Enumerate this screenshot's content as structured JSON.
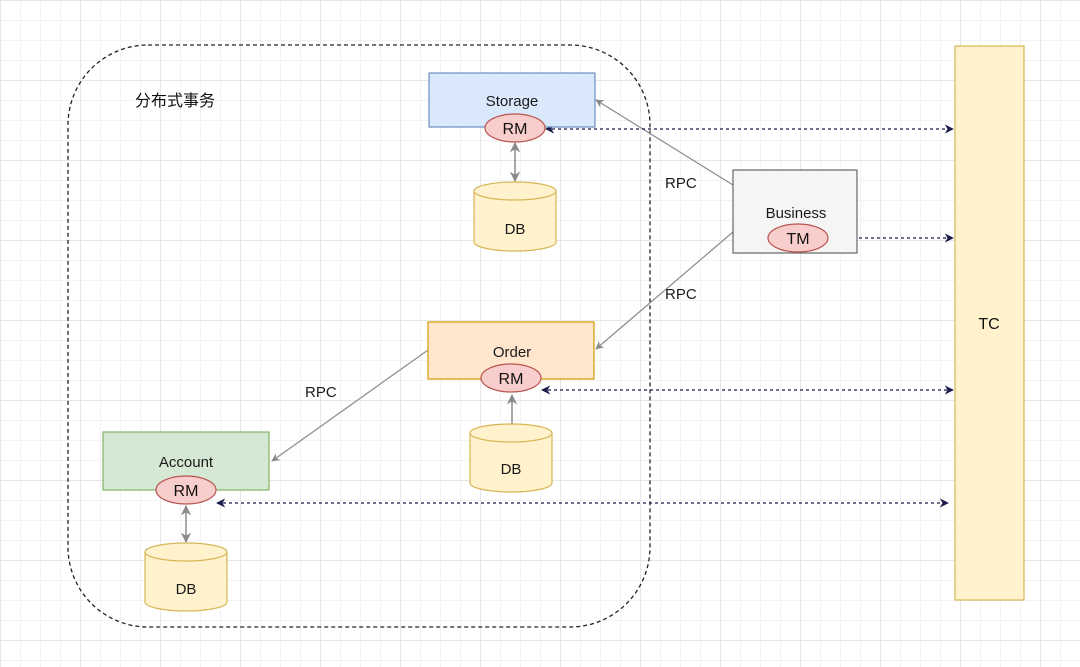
{
  "title": "分布式事务",
  "nodes": {
    "storage": {
      "label": "Storage",
      "rm": "RM",
      "db": "DB"
    },
    "order": {
      "label": "Order",
      "rm": "RM",
      "db": "DB"
    },
    "account": {
      "label": "Account",
      "rm": "RM",
      "db": "DB"
    },
    "business": {
      "label": "Business",
      "tm": "TM"
    },
    "tc": {
      "label": "TC"
    }
  },
  "edges": {
    "business_storage": "RPC",
    "business_order": "RPC",
    "order_account": "RPC"
  },
  "colors": {
    "storage_fill": "#dae8fc",
    "storage_stroke": "#6c8ebf",
    "order_fill": "#ffe6cc",
    "order_stroke": "#d79b00",
    "account_fill": "#d5e8d4",
    "account_stroke": "#82b366",
    "business_fill": "#f5f5f5",
    "business_stroke": "#666666",
    "rm_fill": "#f8cecc",
    "rm_stroke": "#b85450",
    "db_fill": "#fff2cc",
    "db_stroke": "#d6b656",
    "tc_fill": "#fff2cc",
    "tc_stroke": "#d6b656"
  }
}
